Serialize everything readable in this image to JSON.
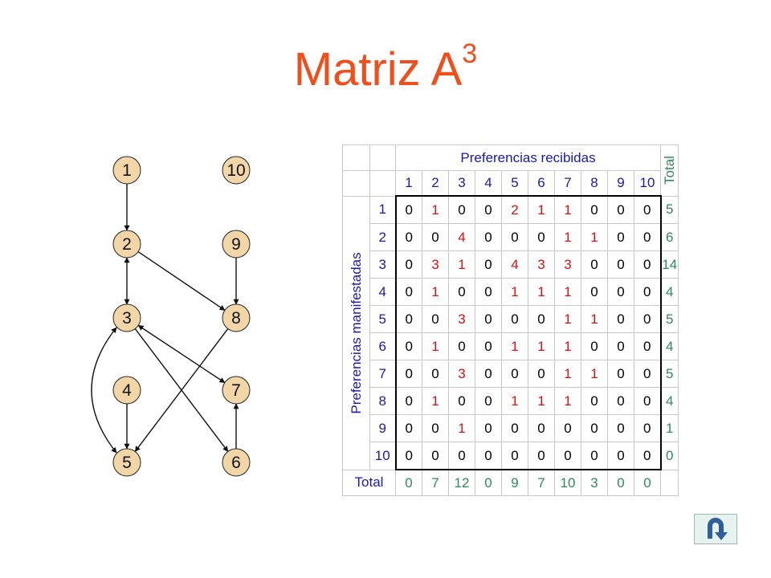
{
  "title": {
    "text": "Matriz A",
    "sup": "3"
  },
  "graph": {
    "nodes": [
      {
        "id": "1",
        "label": "1",
        "col": 0,
        "row": 0
      },
      {
        "id": "2",
        "label": "2",
        "col": 0,
        "row": 1
      },
      {
        "id": "3",
        "label": "3",
        "col": 0,
        "row": 2
      },
      {
        "id": "4",
        "label": "4",
        "col": 0,
        "row": 3
      },
      {
        "id": "5",
        "label": "5",
        "col": 0,
        "row": 4
      },
      {
        "id": "10",
        "label": "10",
        "col": 1,
        "row": 0
      },
      {
        "id": "9",
        "label": "9",
        "col": 1,
        "row": 1
      },
      {
        "id": "8",
        "label": "8",
        "col": 1,
        "row": 2
      },
      {
        "id": "7",
        "label": "7",
        "col": 1,
        "row": 3
      },
      {
        "id": "6",
        "label": "6",
        "col": 1,
        "row": 4
      }
    ],
    "edges": [
      {
        "from": "1",
        "to": "2",
        "bidirectional": false
      },
      {
        "from": "2",
        "to": "3",
        "bidirectional": true
      },
      {
        "from": "2",
        "to": "8",
        "bidirectional": false
      },
      {
        "from": "9",
        "to": "8",
        "bidirectional": false
      },
      {
        "from": "3",
        "to": "6",
        "bidirectional": false
      },
      {
        "from": "7",
        "to": "3",
        "bidirectional": true
      },
      {
        "from": "8",
        "to": "5",
        "bidirectional": false
      },
      {
        "from": "4",
        "to": "5",
        "bidirectional": false
      },
      {
        "from": "5",
        "to": "3",
        "bidirectional": true,
        "curved": true
      },
      {
        "from": "6",
        "to": "7",
        "bidirectional": false
      }
    ]
  },
  "matrix": {
    "col_header": "Preferencias recibidas",
    "row_header": "Preferencias manifestadas",
    "total_label": "Total",
    "columns": [
      "1",
      "2",
      "3",
      "4",
      "5",
      "6",
      "7",
      "8",
      "9",
      "10"
    ],
    "rows": [
      {
        "label": "1",
        "values": [
          0,
          1,
          0,
          0,
          2,
          1,
          1,
          0,
          0,
          0
        ],
        "total": 5
      },
      {
        "label": "2",
        "values": [
          0,
          0,
          4,
          0,
          0,
          0,
          1,
          1,
          0,
          0
        ],
        "total": 6
      },
      {
        "label": "3",
        "values": [
          0,
          3,
          1,
          0,
          4,
          3,
          3,
          0,
          0,
          0
        ],
        "total": 14
      },
      {
        "label": "4",
        "values": [
          0,
          1,
          0,
          0,
          1,
          1,
          1,
          0,
          0,
          0
        ],
        "total": 4
      },
      {
        "label": "5",
        "values": [
          0,
          0,
          3,
          0,
          0,
          0,
          1,
          1,
          0,
          0
        ],
        "total": 5
      },
      {
        "label": "6",
        "values": [
          0,
          1,
          0,
          0,
          1,
          1,
          1,
          0,
          0,
          0
        ],
        "total": 4
      },
      {
        "label": "7",
        "values": [
          0,
          0,
          3,
          0,
          0,
          0,
          1,
          1,
          0,
          0
        ],
        "total": 5
      },
      {
        "label": "8",
        "values": [
          0,
          1,
          0,
          0,
          1,
          1,
          1,
          0,
          0,
          0
        ],
        "total": 4
      },
      {
        "label": "9",
        "values": [
          0,
          0,
          1,
          0,
          0,
          0,
          0,
          0,
          0,
          0
        ],
        "total": 1
      },
      {
        "label": "10",
        "values": [
          0,
          0,
          0,
          0,
          0,
          0,
          0,
          0,
          0,
          0
        ],
        "total": 0
      }
    ],
    "column_totals": [
      0,
      7,
      12,
      0,
      9,
      7,
      10,
      3,
      0,
      0
    ]
  },
  "colors": {
    "title": "#f04e1a",
    "header_text": "#1a1aa6",
    "nonzero": "#dc1010",
    "totals": "#2e8b57",
    "node_fill": "#f2d6a8"
  },
  "return_button": {
    "icon": "u-turn-arrow-icon"
  }
}
